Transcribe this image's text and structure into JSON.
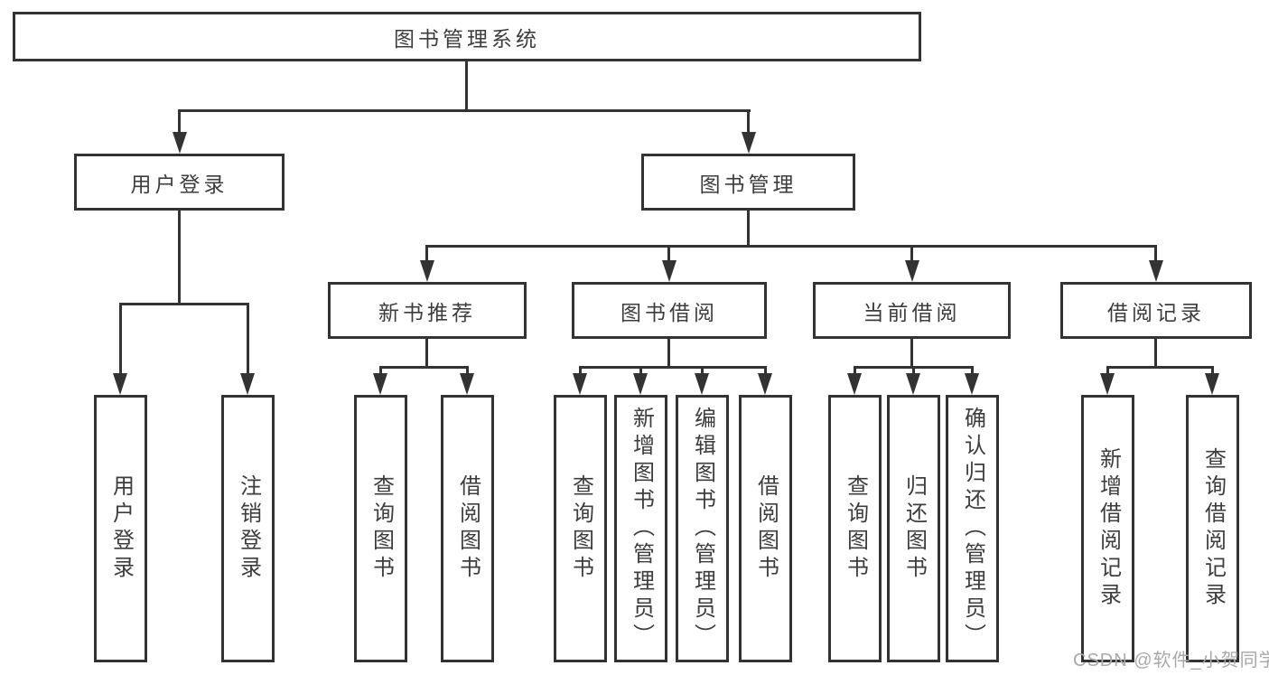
{
  "diagram": {
    "title": "图书管理系统",
    "type": "hierarchy-tree",
    "colors": {
      "line": "#333333",
      "box_border": "#333333",
      "text": "#3d3d3d",
      "background": "#ffffff",
      "watermark": "#a9a9a9"
    }
  },
  "tree": {
    "label": "图书管理系统",
    "children": [
      {
        "label": "用户登录",
        "children": [
          {
            "label": "用户登录"
          },
          {
            "label": "注销登录"
          }
        ]
      },
      {
        "label": "图书管理",
        "children": [
          {
            "label": "新书推荐",
            "children": [
              {
                "label": "查询图书"
              },
              {
                "label": "借阅图书"
              }
            ]
          },
          {
            "label": "图书借阅",
            "children": [
              {
                "label": "查询图书"
              },
              {
                "label": "新增图书（管理员）"
              },
              {
                "label": "编辑图书（管理员）"
              },
              {
                "label": "借阅图书"
              }
            ]
          },
          {
            "label": "当前借阅",
            "children": [
              {
                "label": "查询图书"
              },
              {
                "label": "归还图书"
              },
              {
                "label": "确认归还（管理员）"
              }
            ]
          },
          {
            "label": "借阅记录",
            "children": [
              {
                "label": "新增借阅记录"
              },
              {
                "label": "查询借阅记录"
              }
            ]
          }
        ]
      }
    ]
  },
  "watermark": {
    "text": "CSDN @软件_小贺同学"
  }
}
